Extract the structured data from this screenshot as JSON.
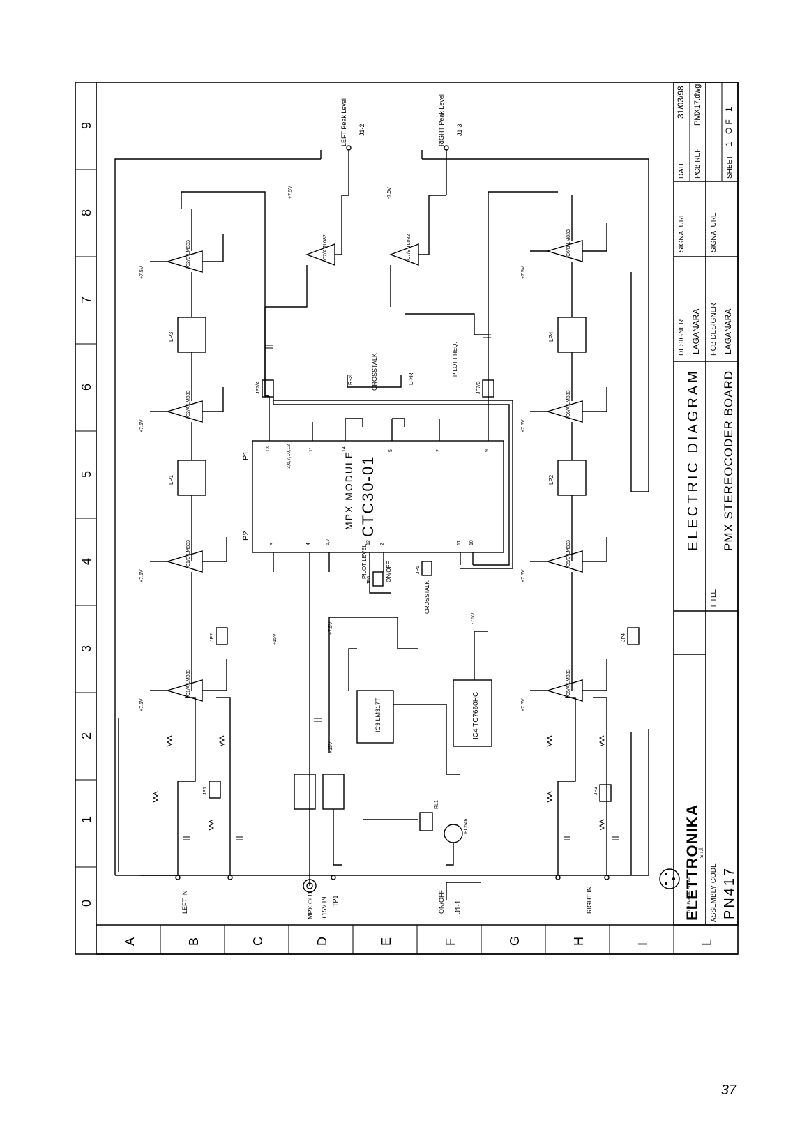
{
  "title_block": {
    "company": "ELETTRONIKA",
    "company_suffix": "s.r.l.",
    "assembly_code_label": "ASSEMBLY CODE",
    "assembly_code": "PN417",
    "title_label": "TITLE",
    "title_line1": "ELECTRIC DIAGRAM",
    "title_line2": "PMX STEREOCODER BOARD",
    "designer_label": "DESIGNER",
    "designer": "LAGANARA",
    "pcb_designer_label": "PCB DESIGNER",
    "pcb_designer": "LAGANARA",
    "signature_label": "SIGNATURE",
    "date_label": "DATE",
    "date": "31/03/98",
    "pcb_ref_label": "PCB REF",
    "pcb_ref": "PMX17.dwg",
    "sheet_label": "SHEET",
    "sheet_value": "1 OF 1"
  },
  "grid": {
    "numbers": [
      "0",
      "1",
      "2",
      "3",
      "4",
      "5",
      "6",
      "7",
      "8",
      "9"
    ],
    "letters": [
      "A",
      "B",
      "C",
      "D",
      "E",
      "F",
      "G",
      "H",
      "I",
      "L"
    ]
  },
  "module": {
    "name": "MPX MODULE",
    "part": "CTC30-01",
    "p1": "P1",
    "p2": "P2",
    "pins_top": [
      "13",
      "3,6,7,10,12",
      "11",
      "14",
      "5",
      "2",
      "9"
    ],
    "pins_bottom": [
      "3",
      "4",
      "6,7",
      "12",
      "2",
      "11",
      "10"
    ]
  },
  "labels": {
    "left_in": "LEFT IN",
    "right_in": "RIGHT IN",
    "mpx_out": "MPX OUT",
    "plus15_in": "+15V IN",
    "tp1": "TP1",
    "on_off": "ON/OFF",
    "j1_1": "J1-1",
    "j1_2": "J1-2",
    "j1_3": "J1-3",
    "left_peak": "LEFT Peak Level",
    "right_peak": "RIGHT Peak Level",
    "crosstalk": "CROSSTALK",
    "crosstalk2": "CROSSTALK",
    "r_to_l": "R->L",
    "l_to_r": "L->R",
    "pilot_level": "PILOT LEVEL",
    "pilot_freq": "PILOT FREQ.",
    "xlr": "XLR Female Socket",
    "on_off_jp": "ON/OFF"
  },
  "components": {
    "ic1a": "IC1/A LM833",
    "ic1b": "IC1/B LM833",
    "ic2a": "IC2/A LM833",
    "ic2b": "IC2/B LM833",
    "ic5a": "IC5/A LM833",
    "ic5b": "IC5/B LM833",
    "ic6a": "IC6/A LM833",
    "ic6b": "IC6/B LM833",
    "ic7a": "IC7/A TL082",
    "ic7b": "IC7/B TL082",
    "ic3": "IC3 LM317T",
    "ic4": "IC4 TC7660HC",
    "t1": "EC546",
    "lp1": "LP1",
    "lp2": "LP2",
    "lp3": "LP3",
    "lp4": "LP4",
    "rl1": "RL1",
    "jp1": "JP1",
    "jp2": "JP2",
    "jp3": "JP3",
    "jp4": "JP4",
    "jp5": "JP5",
    "jp6": "JP6",
    "jp7": "JP7/A",
    "jp8": "JP7/B",
    "supply_p75": "+7.5V",
    "supply_m75": "-7.5V",
    "supply_p15": "+15V"
  },
  "page": {
    "number": "37"
  }
}
